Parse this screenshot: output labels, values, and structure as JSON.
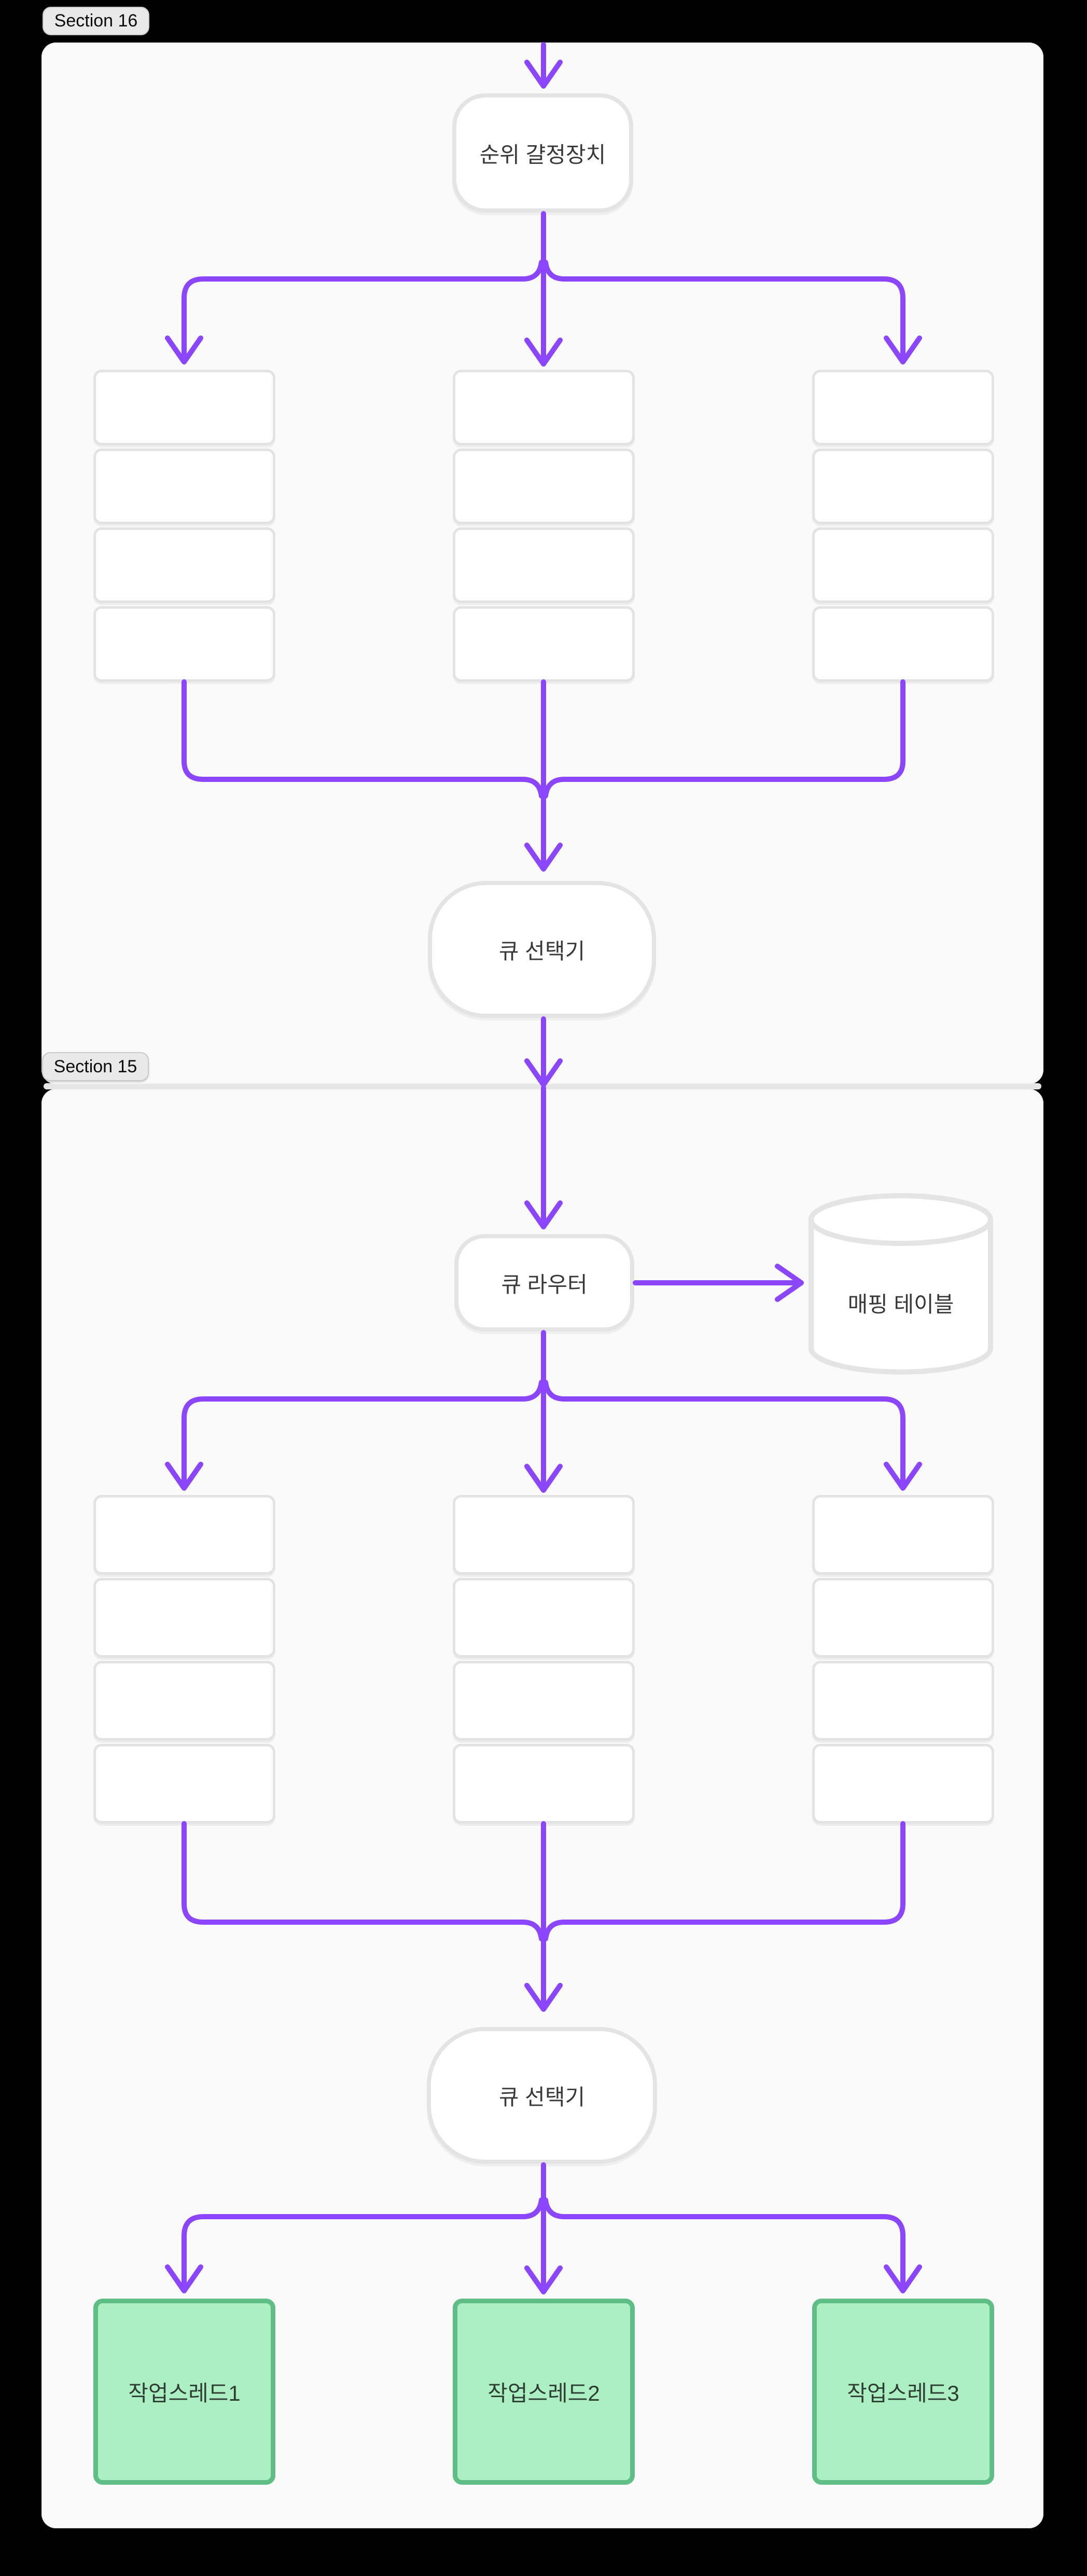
{
  "canvas": {
    "background": "#000000"
  },
  "colors": {
    "accent": "#8b45fb",
    "panel_bg": "#fafafa",
    "node_border": "#e4e4e4",
    "node_bg": "#ffffff",
    "text": "#383838",
    "badge_bg": "#e9e9e9",
    "worker_bg": "#abefc2",
    "worker_border": "#5fbd86"
  },
  "sections": [
    {
      "badge": "Section 16"
    },
    {
      "badge": "Section 15"
    }
  ],
  "nodes": {
    "rank_decider": "순위 걀정장치",
    "queue_selector_1": "큐 선택기",
    "queue_router": "큐 라우터",
    "mapping_table": "매핑 테이블",
    "queue_selector_2": "큐 선택기"
  },
  "workers": [
    "작업스레드1",
    "작업스레드2",
    "작업스레드3"
  ],
  "queues": {
    "columns_per_section": 3,
    "slots_per_column": 4
  }
}
